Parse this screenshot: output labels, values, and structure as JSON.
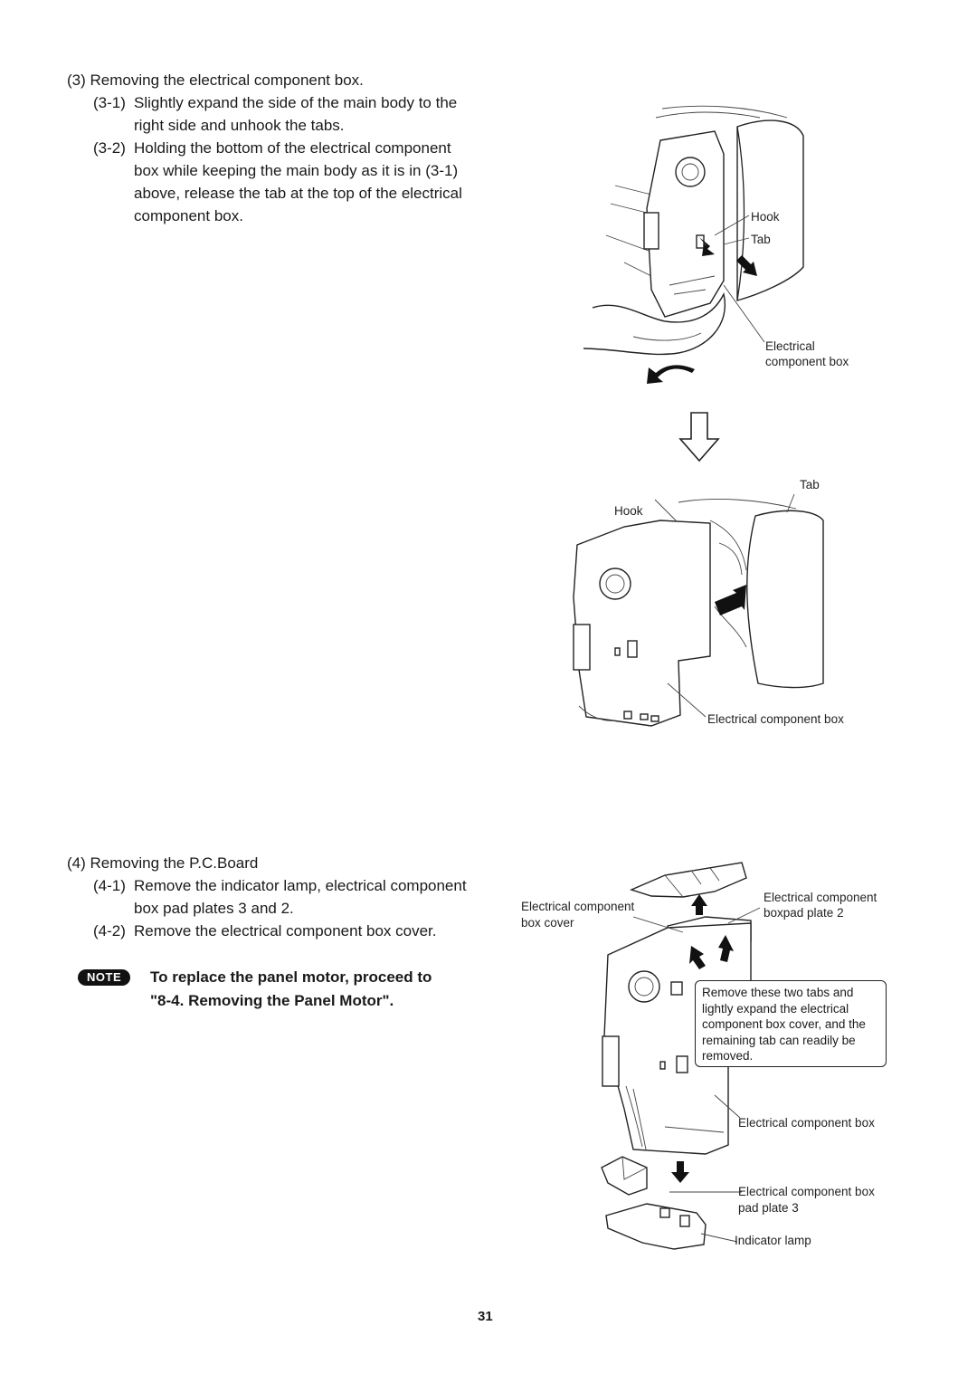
{
  "step3": {
    "heading": "(3) Removing the electrical component box.",
    "sub1_num": "(3-1)",
    "sub1_line1": "Slightly expand the side of the main body to the",
    "sub1_line2": "right side and unhook the tabs.",
    "sub2_num": "(3-2)",
    "sub2_line1": "Holding the bottom of the electrical component",
    "sub2_line2": "box while keeping the main body as it is in (3-1)",
    "sub2_line3": "above, release the tab at the top of the electrical",
    "sub2_line4": "component box."
  },
  "figure1": {
    "hook_label": "Hook",
    "tab_label": "Tab",
    "box_label_line1": "Electrical",
    "box_label_line2": "component box"
  },
  "figure2": {
    "tab_label": "Tab",
    "hook_label": "Hook",
    "box_label": "Electrical component box"
  },
  "step4": {
    "heading": "(4) Removing the P.C.Board",
    "sub1_num": "(4-1)",
    "sub1_line1": "Remove the indicator lamp, electrical component",
    "sub1_line2": "box pad plates 3 and 2.",
    "sub2_num": "(4-2)",
    "sub2_line1": "Remove the electrical component box cover."
  },
  "note": {
    "badge": "NOTE",
    "line1": "To replace the panel motor,  proceed to",
    "line2": "\"8-4. Removing the Panel Motor\"."
  },
  "figure3": {
    "cover_label_line1": "Electrical component",
    "cover_label_line2": "box cover",
    "pad2_label_line1": "Electrical component",
    "pad2_label_line2": "boxpad plate 2",
    "callout": "Remove these two tabs and lightly expand the electrical component box cover, and the remaining tab can readily be removed.",
    "box_label": "Electrical component box",
    "pad3_label_line1": "Electrical component box",
    "pad3_label_line2": "pad plate 3",
    "lamp_label": "Indicator lamp"
  },
  "page_number": "31"
}
